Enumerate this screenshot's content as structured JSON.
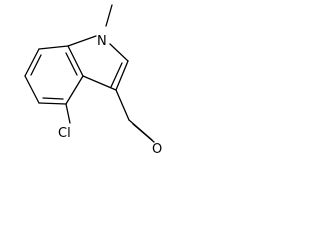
{
  "molecule": {
    "atoms": {
      "n1": "N",
      "o": "O",
      "cl": "Cl"
    }
  },
  "colors": {
    "bond": "#000000",
    "label": "#000000",
    "background": "#ffffff"
  }
}
